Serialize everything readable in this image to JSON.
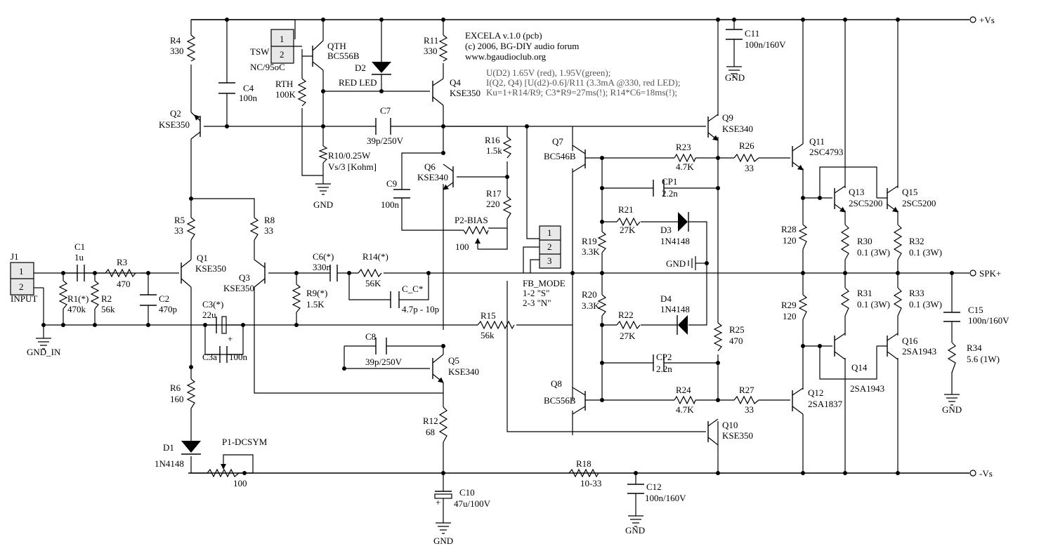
{
  "header": {
    "title": "EXCELA v.1.0 (pcb)",
    "copyright": "(c) 2006, BG-DIY audio forum",
    "website": "www.bgaudioclub.org",
    "notes": [
      "U(D2)  1.65V (red), 1.95V(green);",
      "I(Q2, Q4)  [U(d2)-0.6]/R11 (3.3mA @330, red LED);",
      "Ku=1+R14/R9; C3*R9=27ms(!); R14*C6=18ms(!);"
    ]
  },
  "rails": {
    "vplus": "+Vs",
    "vminus": "-Vs",
    "output": "SPK+"
  },
  "labels": {
    "gnd": "GND",
    "gnd_in": "GND_IN",
    "input": "INPUT",
    "j1": "J1",
    "tsw": "TSW",
    "tsw_spec": "NC/95oC",
    "fb_mode": "FB_MODE",
    "fb_mode_s": "1-2 \"S\"",
    "fb_mode_n": "2-3 \"N\"",
    "plus": "+"
  },
  "connectors": {
    "j1_pins": [
      "1",
      "2"
    ],
    "tsw_pins": [
      "1",
      "2"
    ],
    "fb_pins": [
      "1",
      "2",
      "3"
    ]
  },
  "components": {
    "r4": [
      "R4",
      "330"
    ],
    "r11": [
      "R11",
      "330"
    ],
    "rth": [
      "RTH",
      "100K"
    ],
    "r10": [
      "R10/0.25W",
      "Vs/3 [Kohm]"
    ],
    "r16": [
      "R16",
      "1.5k"
    ],
    "r17": [
      "R17",
      "220"
    ],
    "r5": [
      "R5",
      "33"
    ],
    "r8": [
      "R8",
      "33"
    ],
    "r3": [
      "R3",
      "470"
    ],
    "r1": [
      "R1(*)",
      "470k"
    ],
    "r2": [
      "R2",
      "56k"
    ],
    "r9": [
      "R9(*)",
      "1.5K"
    ],
    "r14": [
      "R14(*)",
      "56K"
    ],
    "r15": [
      "R15",
      "56k"
    ],
    "r6": [
      "R6",
      "160"
    ],
    "r12": [
      "R12",
      "68"
    ],
    "r18": [
      "R18",
      "10-33"
    ],
    "r19": [
      "R19",
      "3.3K"
    ],
    "r20": [
      "R20",
      "3.3K"
    ],
    "r21": [
      "R21",
      "27K"
    ],
    "r22": [
      "R22",
      "27K"
    ],
    "r23": [
      "R23",
      "4.7K"
    ],
    "r24": [
      "R24",
      "4.7K"
    ],
    "r25": [
      "R25",
      "470"
    ],
    "r26": [
      "R26",
      "33"
    ],
    "r27": [
      "R27",
      "33"
    ],
    "r28": [
      "R28",
      "120"
    ],
    "r29": [
      "R29",
      "120"
    ],
    "r30": [
      "R30",
      "0.1 (3W)"
    ],
    "r31": [
      "R31",
      "0.1 (3W)"
    ],
    "r32": [
      "R32",
      "0.1 (3W)"
    ],
    "r33": [
      "R33",
      "0.1 (3W)"
    ],
    "r34": [
      "R34",
      "5.6 (1W)"
    ],
    "c1": [
      "C1",
      "1u"
    ],
    "c2": [
      "C2",
      "470p"
    ],
    "c3": [
      "C3(*)",
      "22u"
    ],
    "c3a": [
      "C3a",
      "100n"
    ],
    "c4": [
      "C4",
      "100n"
    ],
    "c6": [
      "C6(*)",
      "330n"
    ],
    "cc": [
      "C_C*",
      "4.7p - 10p"
    ],
    "c7": [
      "C7",
      "39p/250V"
    ],
    "c8": [
      "C8",
      "39p/250V"
    ],
    "c9": [
      "C9",
      "100n"
    ],
    "c10": [
      "C10",
      "47u/100V"
    ],
    "c11": [
      "C11",
      "100n/160V"
    ],
    "c12": [
      "C12",
      "100n/160V"
    ],
    "c15": [
      "C15",
      "100n/160V"
    ],
    "cp1": [
      "CP1",
      "2.2n"
    ],
    "cp2": [
      "CP2",
      "2.2n"
    ],
    "d1": [
      "D1",
      "1N4148"
    ],
    "d2": [
      "D2",
      "RED LED"
    ],
    "d3": [
      "D3",
      "1N4148"
    ],
    "d4": [
      "D4",
      "1N4148"
    ],
    "p1": [
      "P1-DCSYM",
      "100"
    ],
    "p2": [
      "P2-BIAS",
      "100"
    ],
    "q1": [
      "Q1",
      "KSE350"
    ],
    "q2": [
      "Q2",
      "KSE350"
    ],
    "q3": [
      "Q3",
      "KSE350"
    ],
    "q4": [
      "Q4",
      "KSE350"
    ],
    "q5": [
      "Q5",
      "KSE340"
    ],
    "q6": [
      "Q6",
      "KSE340"
    ],
    "q7": [
      "Q7",
      "BC546B"
    ],
    "q8": [
      "Q8",
      "BC556B"
    ],
    "q9": [
      "Q9",
      "KSE340"
    ],
    "q10": [
      "Q10",
      "KSE350"
    ],
    "q11": [
      "Q11",
      "2SC4793"
    ],
    "q12": [
      "Q12",
      "2SA1837"
    ],
    "q13": [
      "Q13",
      "2SC5200"
    ],
    "q14": [
      "Q14",
      "2SA1943"
    ],
    "q15": [
      "Q15",
      "2SC5200"
    ],
    "q16": [
      "Q16",
      "2SA1943"
    ],
    "qth": [
      "QTH",
      "BC556B"
    ]
  }
}
